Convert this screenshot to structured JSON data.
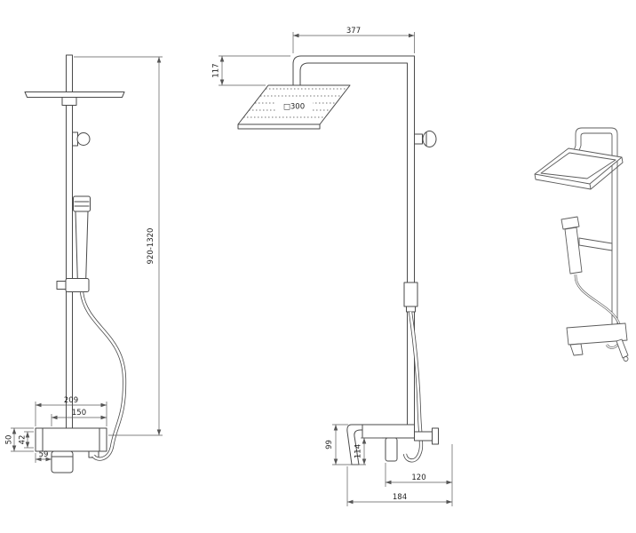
{
  "colors": {
    "background": "#ffffff",
    "outline": "#4a4a4a",
    "dimension_line": "#5a5a5a",
    "label_text": "#1f1f1f"
  },
  "views": {
    "front": {
      "dims": {
        "total_height": "920-1320",
        "body_width": "209",
        "inner_width": "150",
        "body_height": "50",
        "inner_height": "42",
        "handle_offset": "59"
      }
    },
    "side": {
      "dims": {
        "arm_reach": "377",
        "arm_drop": "117",
        "head_size": "□300",
        "spout_height": "99",
        "outlet_drop": "114",
        "body_depth": "120",
        "total_depth": "184"
      }
    }
  }
}
